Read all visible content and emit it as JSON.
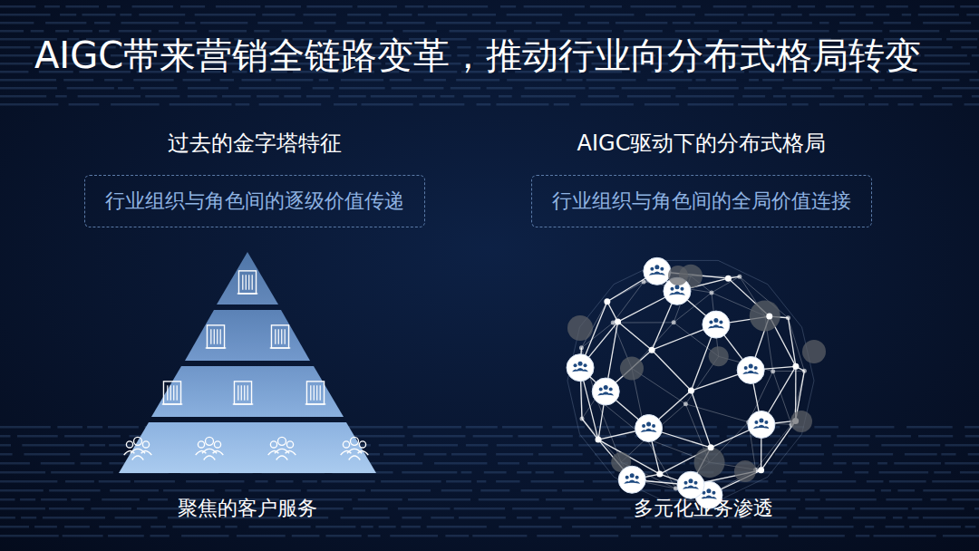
{
  "diagram": {
    "title": "AIGC带来营销全链路变革，推动行业向分布式格局转变",
    "nodes": [
      {
        "text": [
          "过去的金字塔特征",
          "行业组织与角色间的逐级价值传递"
        ]
      },
      {
        "text": [
          "AIGC驱动下的分布式格局",
          "行业组织与角色间的全局价值连接"
        ]
      }
    ],
    "labels": [
      "聚焦的客户服务",
      "多元化业务渗透"
    ]
  }
}
